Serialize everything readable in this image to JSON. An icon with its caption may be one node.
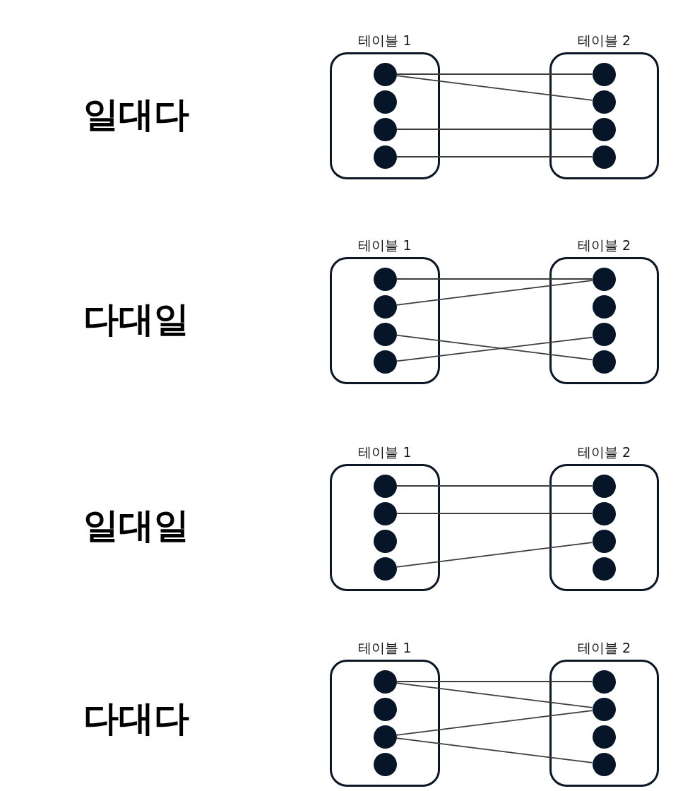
{
  "diagram": {
    "nodes": [
      {
        "text": [
          "테이블 1"
        ]
      },
      {
        "text": [],
        "shape": "circle",
        "in": 0
      },
      {
        "text": [],
        "shape": "circle",
        "in": 0
      },
      {
        "text": [],
        "shape": "circle",
        "in": 0
      },
      {
        "text": [],
        "shape": "circle",
        "in": 0
      },
      {
        "text": [
          "테이블 2"
        ]
      },
      {
        "text": [],
        "shape": "circle",
        "in": 5
      },
      {
        "text": [],
        "shape": "circle",
        "in": 5
      },
      {
        "text": [],
        "shape": "circle",
        "in": 5
      },
      {
        "text": [],
        "shape": "circle",
        "in": 5
      },
      {
        "text": [
          "테이블 1"
        ]
      },
      {
        "text": [],
        "shape": "circle",
        "in": 10
      },
      {
        "text": [],
        "shape": "circle",
        "in": 10
      },
      {
        "text": [],
        "shape": "circle",
        "in": 10
      },
      {
        "text": [],
        "shape": "circle",
        "in": 10
      },
      {
        "text": [
          "테이블 2"
        ]
      },
      {
        "text": [],
        "shape": "circle",
        "in": 15
      },
      {
        "text": [],
        "shape": "circle",
        "in": 15
      },
      {
        "text": [],
        "shape": "circle",
        "in": 15
      },
      {
        "text": [],
        "shape": "circle",
        "in": 15
      },
      {
        "text": [
          "테이블 1"
        ]
      },
      {
        "text": [],
        "shape": "circle",
        "in": 20
      },
      {
        "text": [],
        "shape": "circle",
        "in": 20
      },
      {
        "text": [],
        "shape": "circle",
        "in": 20
      },
      {
        "text": [],
        "shape": "circle",
        "in": 20
      },
      {
        "text": [
          "테이블 2"
        ]
      },
      {
        "text": [],
        "shape": "circle",
        "in": 25
      },
      {
        "text": [],
        "shape": "circle",
        "in": 25
      },
      {
        "text": [],
        "shape": "circle",
        "in": 25
      },
      {
        "text": [],
        "shape": "circle",
        "in": 25
      },
      {
        "text": [
          "테이블 1"
        ]
      },
      {
        "text": [],
        "shape": "circle",
        "in": 30
      },
      {
        "text": [],
        "shape": "circle",
        "in": 30
      },
      {
        "text": [],
        "shape": "circle",
        "in": 30
      },
      {
        "text": [],
        "shape": "circle",
        "in": 30
      },
      {
        "text": [
          "테이블 2"
        ]
      },
      {
        "text": [],
        "shape": "circle",
        "in": 35
      },
      {
        "text": [],
        "shape": "circle",
        "in": 35
      },
      {
        "text": [],
        "shape": "circle",
        "in": 35
      },
      {
        "text": [],
        "shape": "circle",
        "in": 35
      }
    ],
    "edges": [
      {
        "from": 1,
        "to": 6,
        "arrow": "none"
      },
      {
        "from": 1,
        "to": 7,
        "arrow": "none"
      },
      {
        "from": 3,
        "to": 8,
        "arrow": "none"
      },
      {
        "from": 4,
        "to": 9,
        "arrow": "none"
      },
      {
        "from": 11,
        "to": 16,
        "arrow": "none"
      },
      {
        "from": 12,
        "to": 16,
        "arrow": "none"
      },
      {
        "from": 13,
        "to": 19,
        "arrow": "none"
      },
      {
        "from": 14,
        "to": 18,
        "arrow": "none"
      },
      {
        "from": 21,
        "to": 26,
        "arrow": "none"
      },
      {
        "from": 22,
        "to": 27,
        "arrow": "none"
      },
      {
        "from": 24,
        "to": 28,
        "arrow": "none"
      },
      {
        "from": 31,
        "to": 36,
        "arrow": "none"
      },
      {
        "from": 31,
        "to": 37,
        "arrow": "none"
      },
      {
        "from": 33,
        "to": 37,
        "arrow": "none"
      },
      {
        "from": 33,
        "to": 39,
        "arrow": "none"
      }
    ],
    "labels": [
      "일대다",
      "다대일",
      "일대일",
      "다대다"
    ]
  }
}
